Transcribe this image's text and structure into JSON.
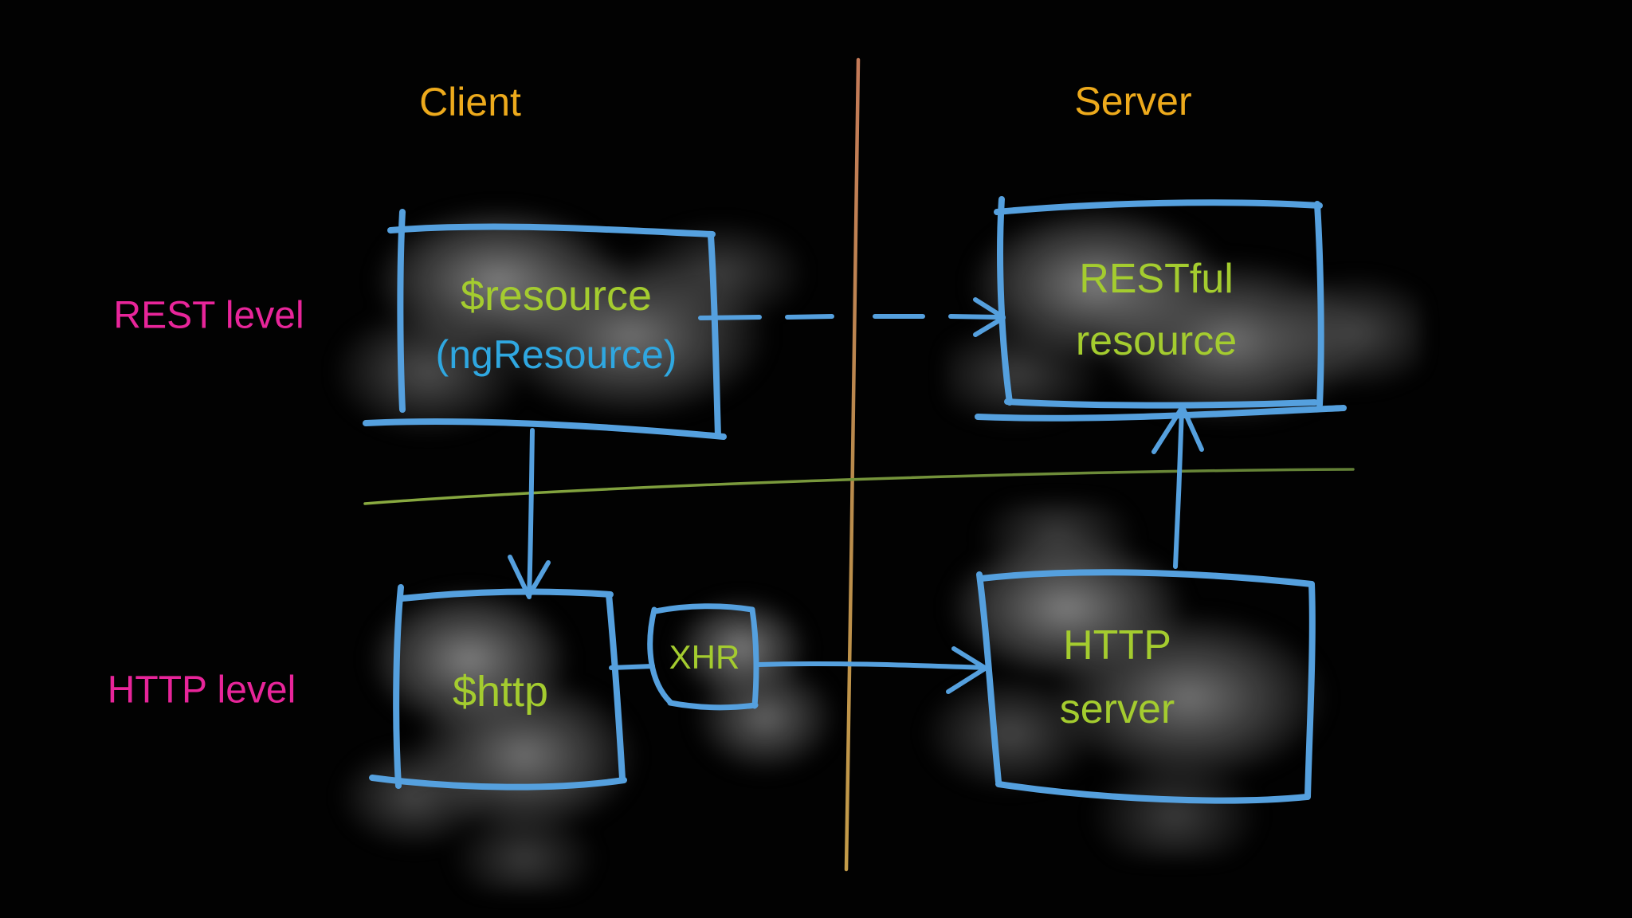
{
  "columns": {
    "client": "Client",
    "server": "Server"
  },
  "rows": {
    "rest": "REST level",
    "http": "HTTP level"
  },
  "nodes": {
    "resource": {
      "title": "$resource",
      "subtitle": "(ngResource)"
    },
    "restful": {
      "line1": "RESTful",
      "line2": "resource"
    },
    "http": {
      "label": "$http"
    },
    "xhr": {
      "label": "XHR"
    },
    "server": {
      "line1": "HTTP",
      "line2": "server"
    }
  },
  "colors": {
    "background": "#020202",
    "heading": "#edaa1c",
    "row_label": "#e8259a",
    "node_text": "#a4cc2f",
    "node_subtext": "#2fa7e0",
    "sketch_blue": "#55a0de",
    "divider_green": "#7da33e",
    "divider_orange": "#c08a4a",
    "cloud_gray": "#8c8c8c"
  }
}
